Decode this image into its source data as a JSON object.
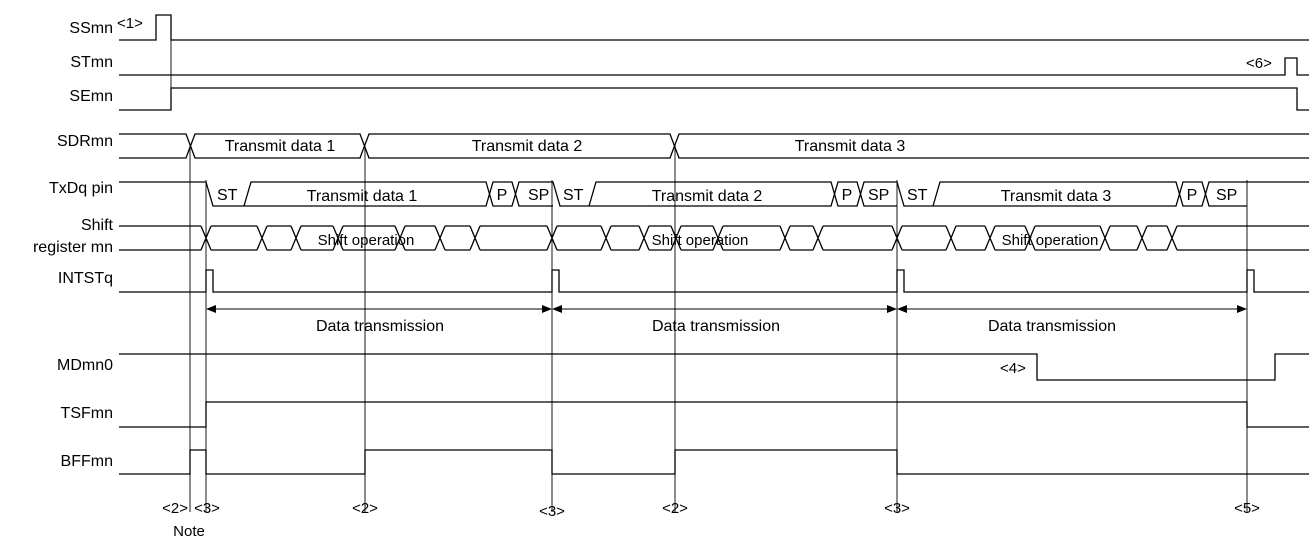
{
  "signals": {
    "ssmn": "SSmn",
    "stmn": "STmn",
    "semn": "SEmn",
    "sdrmn": "SDRmn",
    "txdq": "TxDq pin",
    "shift1": "Shift",
    "shift2": "register mn",
    "intstq": "INTSTq",
    "mdmn0": "MDmn0",
    "tsfmn": "TSFmn",
    "bffmn": "BFFmn"
  },
  "sdr_segments": [
    "Transmit data 1",
    "Transmit data 2",
    "Transmit data 3"
  ],
  "txd": {
    "start": "ST",
    "parity": "P",
    "stop": "SP",
    "frames": [
      "Transmit data 1",
      "Transmit data 2",
      "Transmit data 3"
    ]
  },
  "shift_label": "Shift operation",
  "transmission_label": "Data transmission",
  "markers": {
    "m1": "<1>",
    "m2": "<2>",
    "m3": "<3>",
    "m4": "<4>",
    "m5": "<5>",
    "m6": "<6>",
    "note": "Note"
  }
}
